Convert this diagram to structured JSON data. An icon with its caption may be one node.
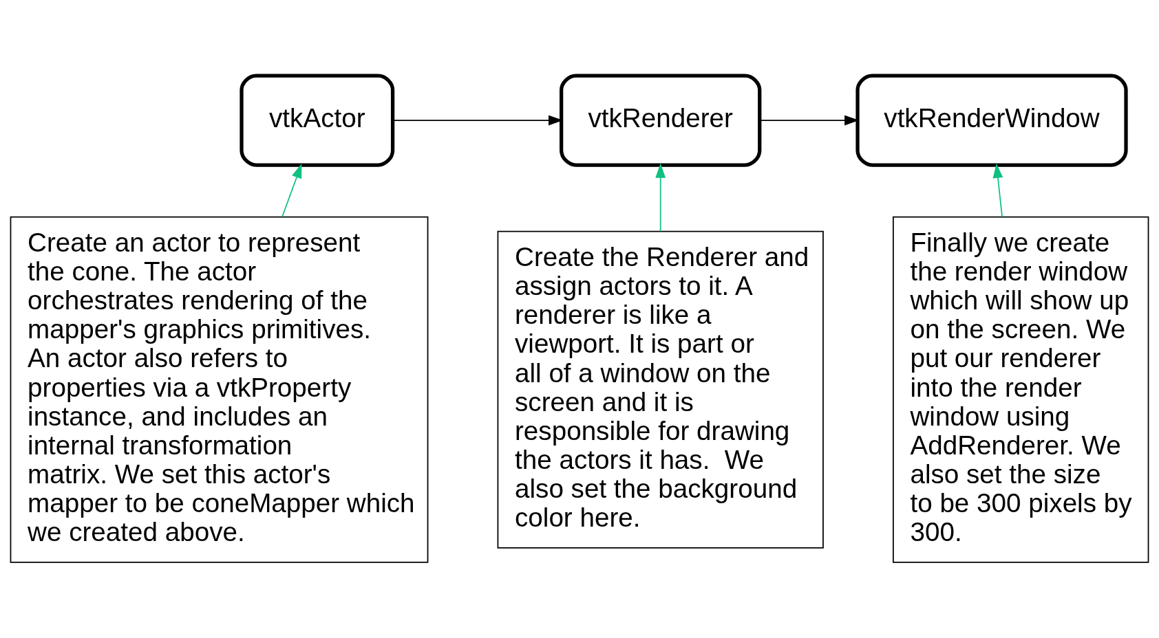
{
  "diagram": {
    "nodes": [
      {
        "text": [
          "vtkActor"
        ]
      },
      {
        "text": [
          "vtkRenderer"
        ]
      },
      {
        "text": [
          "vtkRenderWindow"
        ]
      },
      {
        "text": [
          "Create an actor to represent the cone. The actor orchestrates rendering of the mapper's graphics primitives. An actor also refers to properties via a vtkProperty instance, and includes an internal transformation matrix. We set this actor's mapper to be coneMapper which we created above."
        ]
      },
      {
        "text": [
          "Create the Renderer and assign actors to it. A renderer is like a viewport. It is part or all of a window on the screen and it is responsible for drawing the actors it has.  We also set the background color here."
        ]
      },
      {
        "text": [
          "Finally we create the render window which will show up on the screen. We put our renderer into the render window using AddRenderer. We also set the size to be 300 pixels by 300."
        ]
      }
    ],
    "edges": [
      {
        "from": 0,
        "to": 1,
        "arrow": "to",
        "color": "#000000"
      },
      {
        "from": 1,
        "to": 2,
        "arrow": "to",
        "color": "#000000"
      },
      {
        "from": 3,
        "to": 0,
        "arrow": "to",
        "color": "#10c080"
      },
      {
        "from": 4,
        "to": 1,
        "arrow": "to",
        "color": "#10c080"
      },
      {
        "from": 5,
        "to": 2,
        "arrow": "to",
        "color": "#10c080"
      }
    ]
  }
}
